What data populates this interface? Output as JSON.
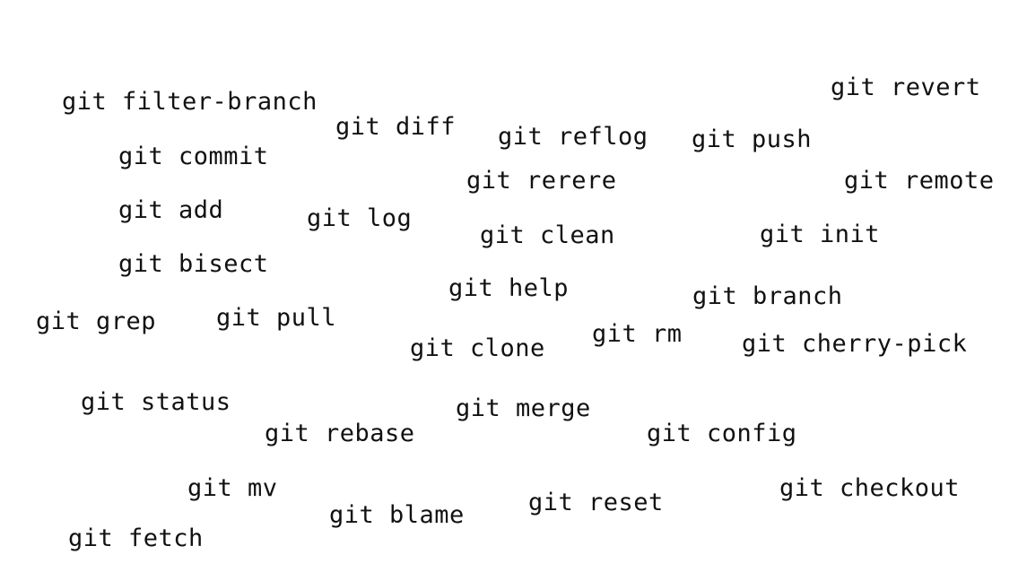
{
  "commands": [
    {
      "label": "git filter-branch"
    },
    {
      "label": "git revert"
    },
    {
      "label": "git diff"
    },
    {
      "label": "git reflog"
    },
    {
      "label": "git push"
    },
    {
      "label": "git commit"
    },
    {
      "label": "git rerere"
    },
    {
      "label": "git remote"
    },
    {
      "label": "git add"
    },
    {
      "label": "git log"
    },
    {
      "label": "git clean"
    },
    {
      "label": "git init"
    },
    {
      "label": "git bisect"
    },
    {
      "label": "git help"
    },
    {
      "label": "git branch"
    },
    {
      "label": "git grep"
    },
    {
      "label": "git pull"
    },
    {
      "label": "git rm"
    },
    {
      "label": "git clone"
    },
    {
      "label": "git cherry-pick"
    },
    {
      "label": "git status"
    },
    {
      "label": "git merge"
    },
    {
      "label": "git rebase"
    },
    {
      "label": "git config"
    },
    {
      "label": "git mv"
    },
    {
      "label": "git checkout"
    },
    {
      "label": "git reset"
    },
    {
      "label": "git blame"
    },
    {
      "label": "git fetch"
    }
  ],
  "colors": {
    "text": "#111111",
    "background": "#ffffff"
  }
}
